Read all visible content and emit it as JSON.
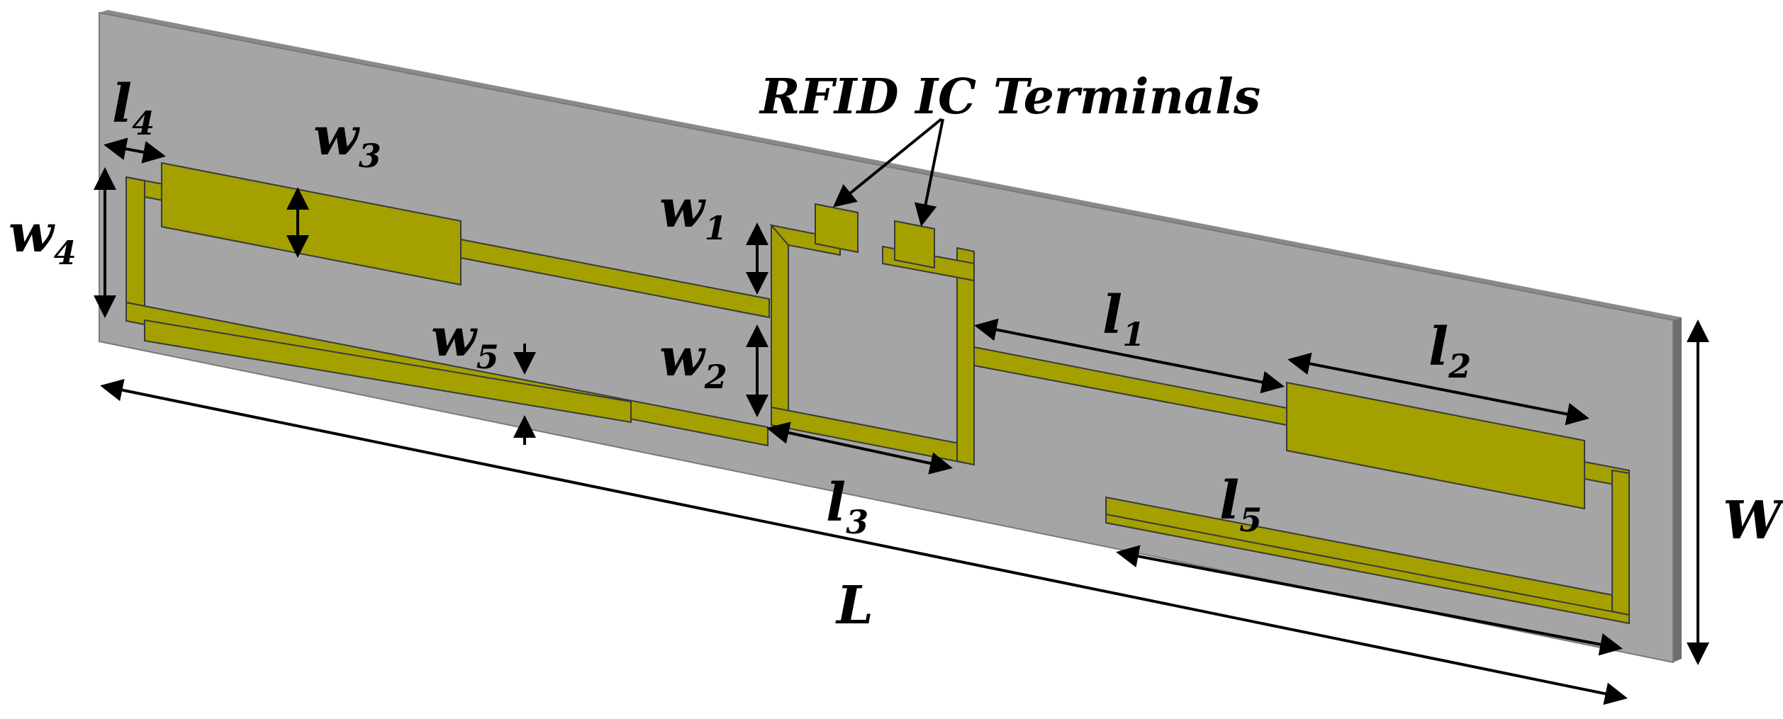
{
  "title": "RFID IC Terminals",
  "colors": {
    "substrate_face": "#a5a5a5",
    "substrate_top": "#878787",
    "substrate_side": "#6e6e6e",
    "conductor": "#a3a000",
    "outline": "#3a3a3a",
    "ink": "#000000"
  },
  "labels": {
    "l4": {
      "main": "l",
      "sub": "4"
    },
    "w3": {
      "main": "w",
      "sub": "3"
    },
    "w4": {
      "main": "w",
      "sub": "4"
    },
    "w1": {
      "main": "w",
      "sub": "1"
    },
    "w2": {
      "main": "w",
      "sub": "2"
    },
    "w5": {
      "main": "w",
      "sub": "5"
    },
    "l1": {
      "main": "l",
      "sub": "1"
    },
    "l2": {
      "main": "l",
      "sub": "2"
    },
    "l3": {
      "main": "l",
      "sub": "3"
    },
    "l5": {
      "main": "l",
      "sub": "5"
    },
    "W": "W",
    "L": "L"
  }
}
